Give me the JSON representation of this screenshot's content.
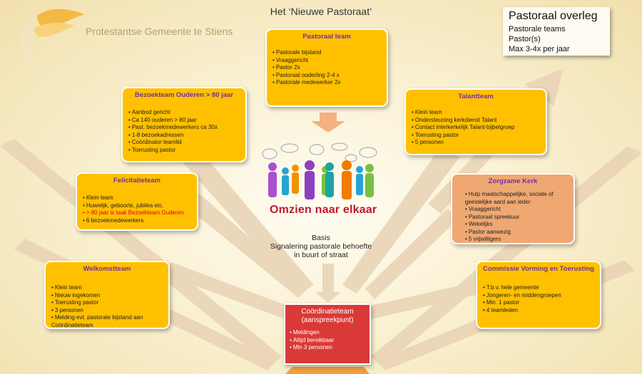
{
  "title": "Het ‘Nieuwe Pastoraat’",
  "organisation": "Protestantse Gemeente te Stiens",
  "overleg": {
    "title": "Pastoraal overleg",
    "lines": [
      "Pastorale teams",
      "Pastor(s)",
      "Max 3-4x per jaar"
    ]
  },
  "pastoraal_team": {
    "title": "Pastoraal team",
    "items": [
      "Pastorale bijstand",
      "Vraaggericht",
      "Pastor 2x",
      "Pastoraal ouderling 2-4 x",
      "Pastorale medewerker 2x"
    ]
  },
  "bezoekteam": {
    "title": "Bezoekteam Ouderen > 80 jaar",
    "items": [
      "Aanbod gericht",
      "Ca 140 ouderen > 80 jaar",
      "Past. bezoekmedewerkers ca 30x",
      "1-8 bezoekadressen",
      "Coördinator teamlid",
      "Toerusting pastor"
    ]
  },
  "talentteam": {
    "title": "Talantteam",
    "items": [
      "Klein team",
      "Ondersteuning kerkdienst Talant",
      "Contact interkerkelijk Talant-bijbelgroep",
      "Toerusting pastor",
      "5 personen"
    ]
  },
  "felicitatieteam": {
    "title": "Felicitatieteam",
    "items": [
      "Klein team",
      "Huwelijk, geboorte, jubilea etc.",
      "> 80 jaar is taak Bezoekteam Ouderen",
      "6 bezoekmedewerkers"
    ]
  },
  "zorgzame_kerk": {
    "title": "Zorgzame Kerk",
    "items": [
      "Hulp maatschappelijke, sociale of geestelijke aard aan ieder",
      "Vraaggericht",
      "Pastoraal spreekuur",
      "Wekelijks",
      "Pastor aanwezig",
      "5 vrijwilligers"
    ]
  },
  "welkomstteam": {
    "title": "Welkomstteam",
    "items": [
      "Klein team",
      "Nieuw ingekomen",
      "Toerusting pastor",
      "3 personen",
      "Melding evt. pastorale bijstand aan Coördinatieteam"
    ]
  },
  "commissie": {
    "title": "Commissie Vorming en Toerusting",
    "items": [
      "T.b.v. hele gemeente",
      "Jongeren- en middengroepen",
      "Min. 1 pastor",
      "4 teamleden"
    ]
  },
  "coordinatieteam": {
    "title_line1": "Coördinatieteam",
    "title_line2": "(aanspreekpunt)",
    "items": [
      "Meldingen",
      "Altijd bereikbaar",
      "Min 3 personen"
    ]
  },
  "omzien": "Omzien naar elkaar",
  "basis": {
    "line1": "Basis",
    "line2": "Signalering pastorale behoefte",
    "line3": "in buurt of straat"
  },
  "colors": {
    "team_box": "#ffc000",
    "care_box": "#f0a872",
    "coordination_box": "#d93a38",
    "title_accent": "#7030a0",
    "omzien_red": "#c0182f"
  }
}
